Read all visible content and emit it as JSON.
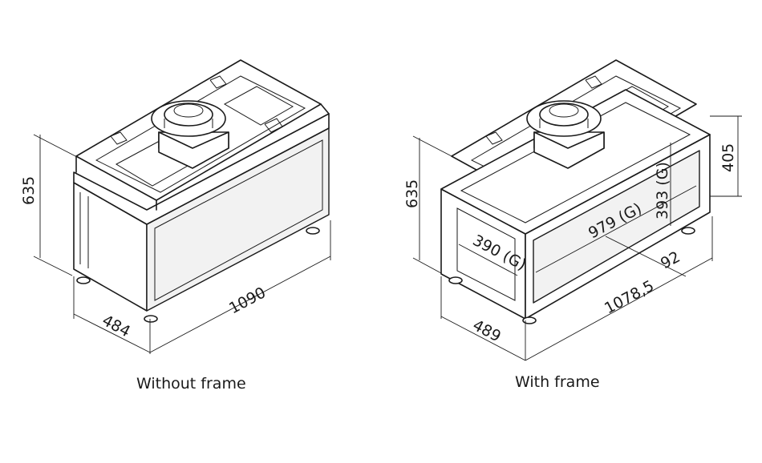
{
  "views": {
    "without_frame": {
      "caption": "Without frame",
      "dims": {
        "height": "635",
        "depth": "484",
        "width": "1090"
      }
    },
    "with_frame": {
      "caption": "With frame",
      "dims": {
        "height": "635",
        "depth": "489",
        "width": "1078,5",
        "frame_height": "405",
        "glass_width": "979 (G)",
        "glass_height": "393 (G)",
        "glass_side": "390 (G)",
        "frame_offset": "92"
      }
    }
  }
}
